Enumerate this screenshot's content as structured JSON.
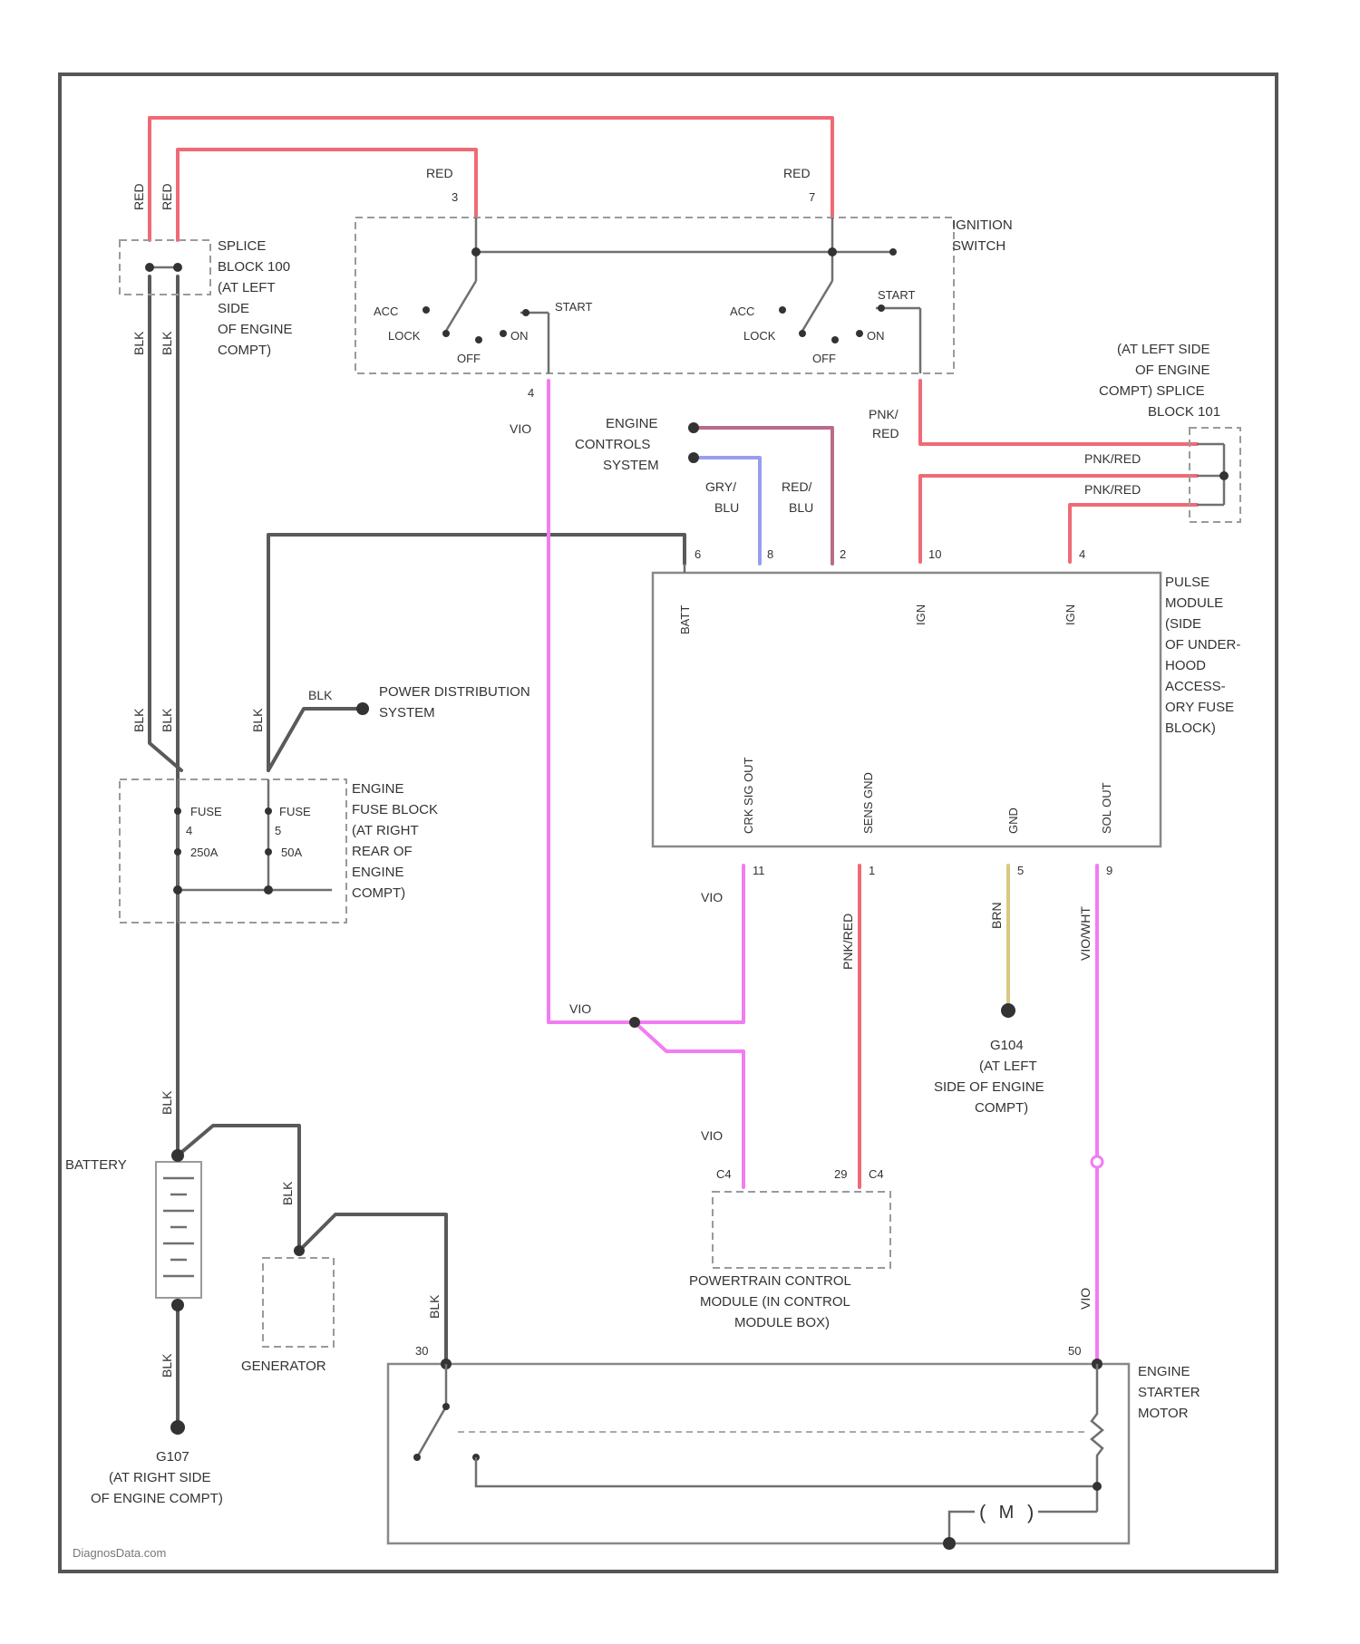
{
  "ignition_switch": {
    "name_line1": "IGNITION",
    "name_line2": "SWITCH",
    "pin_left": "3",
    "pin_right": "7",
    "acc": "ACC",
    "lock": "LOCK",
    "on": "ON",
    "off": "OFF",
    "start": "START",
    "out_pin": "4"
  },
  "splice_block_100": {
    "line1": "SPLICE",
    "line2": "BLOCK 100",
    "line3": "(AT LEFT",
    "line4": "SIDE",
    "line5": "OF ENGINE",
    "line6": "COMPT)"
  },
  "splice_block_101": {
    "line1": "(AT LEFT SIDE",
    "line2": "OF ENGINE",
    "line3": "COMPT) SPLICE",
    "line4": "BLOCK 101"
  },
  "engine_controls": {
    "line1": "ENGINE",
    "line2": "CONTROLS",
    "line3": "SYSTEM"
  },
  "power_distribution": {
    "line1": "POWER DISTRIBUTION",
    "line2": "SYSTEM"
  },
  "engine_fuse_block": {
    "line1": "ENGINE",
    "line2": "FUSE BLOCK",
    "line3": "(AT RIGHT",
    "line4": "REAR OF",
    "line5": "ENGINE",
    "line6": "COMPT)",
    "fuse1": "FUSE",
    "fuse1_num": "4",
    "fuse1_amp": "250A",
    "fuse2": "FUSE",
    "fuse2_num": "5",
    "fuse2_amp": "50A"
  },
  "pulse_module": {
    "line1": "PULSE",
    "line2": "MODULE",
    "line3": "(SIDE",
    "line4": "OF UNDER-",
    "line5": "HOOD",
    "line6": "ACCESS-",
    "line7": "ORY FUSE",
    "line8": "BLOCK)",
    "pin_batt": "BATT",
    "pin_ign1": "IGN",
    "pin_ign2": "IGN",
    "pin_crk_out": "CRK SIG OUT",
    "pin_sens_gnd": "SENS GND",
    "pin_gnd": "GND",
    "pin_sol_out": "SOL OUT",
    "top_pins": [
      "6",
      "8",
      "2",
      "10",
      "4"
    ],
    "bottom_pins": [
      "11",
      "1",
      "5",
      "9"
    ]
  },
  "pcm": {
    "line1": "POWERTRAIN CONTROL",
    "line2": "MODULE (IN CONTROL",
    "line3": "MODULE BOX)",
    "pin_a": "C4",
    "pin_b": "29",
    "pin_c": "C4"
  },
  "ground_g104": {
    "line1": "G104",
    "line2": "(AT LEFT",
    "line3": "SIDE OF ENGINE",
    "line4": "COMPT)"
  },
  "ground_g107": {
    "line1": "G107",
    "line2": "(AT RIGHT SIDE",
    "line3": "OF ENGINE COMPT)"
  },
  "battery": {
    "label": "BATTERY"
  },
  "generator": {
    "label": "GENERATOR"
  },
  "starter": {
    "line1": "ENGINE",
    "line2": "STARTER",
    "line3": "MOTOR",
    "motor": "M",
    "pin_left": "30",
    "pin_right": "50"
  },
  "wires": {
    "red": "RED",
    "blk": "BLK",
    "vio": "VIO",
    "pnk_red": "PNK/ RED",
    "pnk_red_h": "PNK/RED",
    "gry_blu": "GRY/ BLU",
    "red_blu": "RED/ BLU",
    "brn": "BRN",
    "vio_wht": "VIO/WHT"
  },
  "watermark": "DiagnosData.com"
}
